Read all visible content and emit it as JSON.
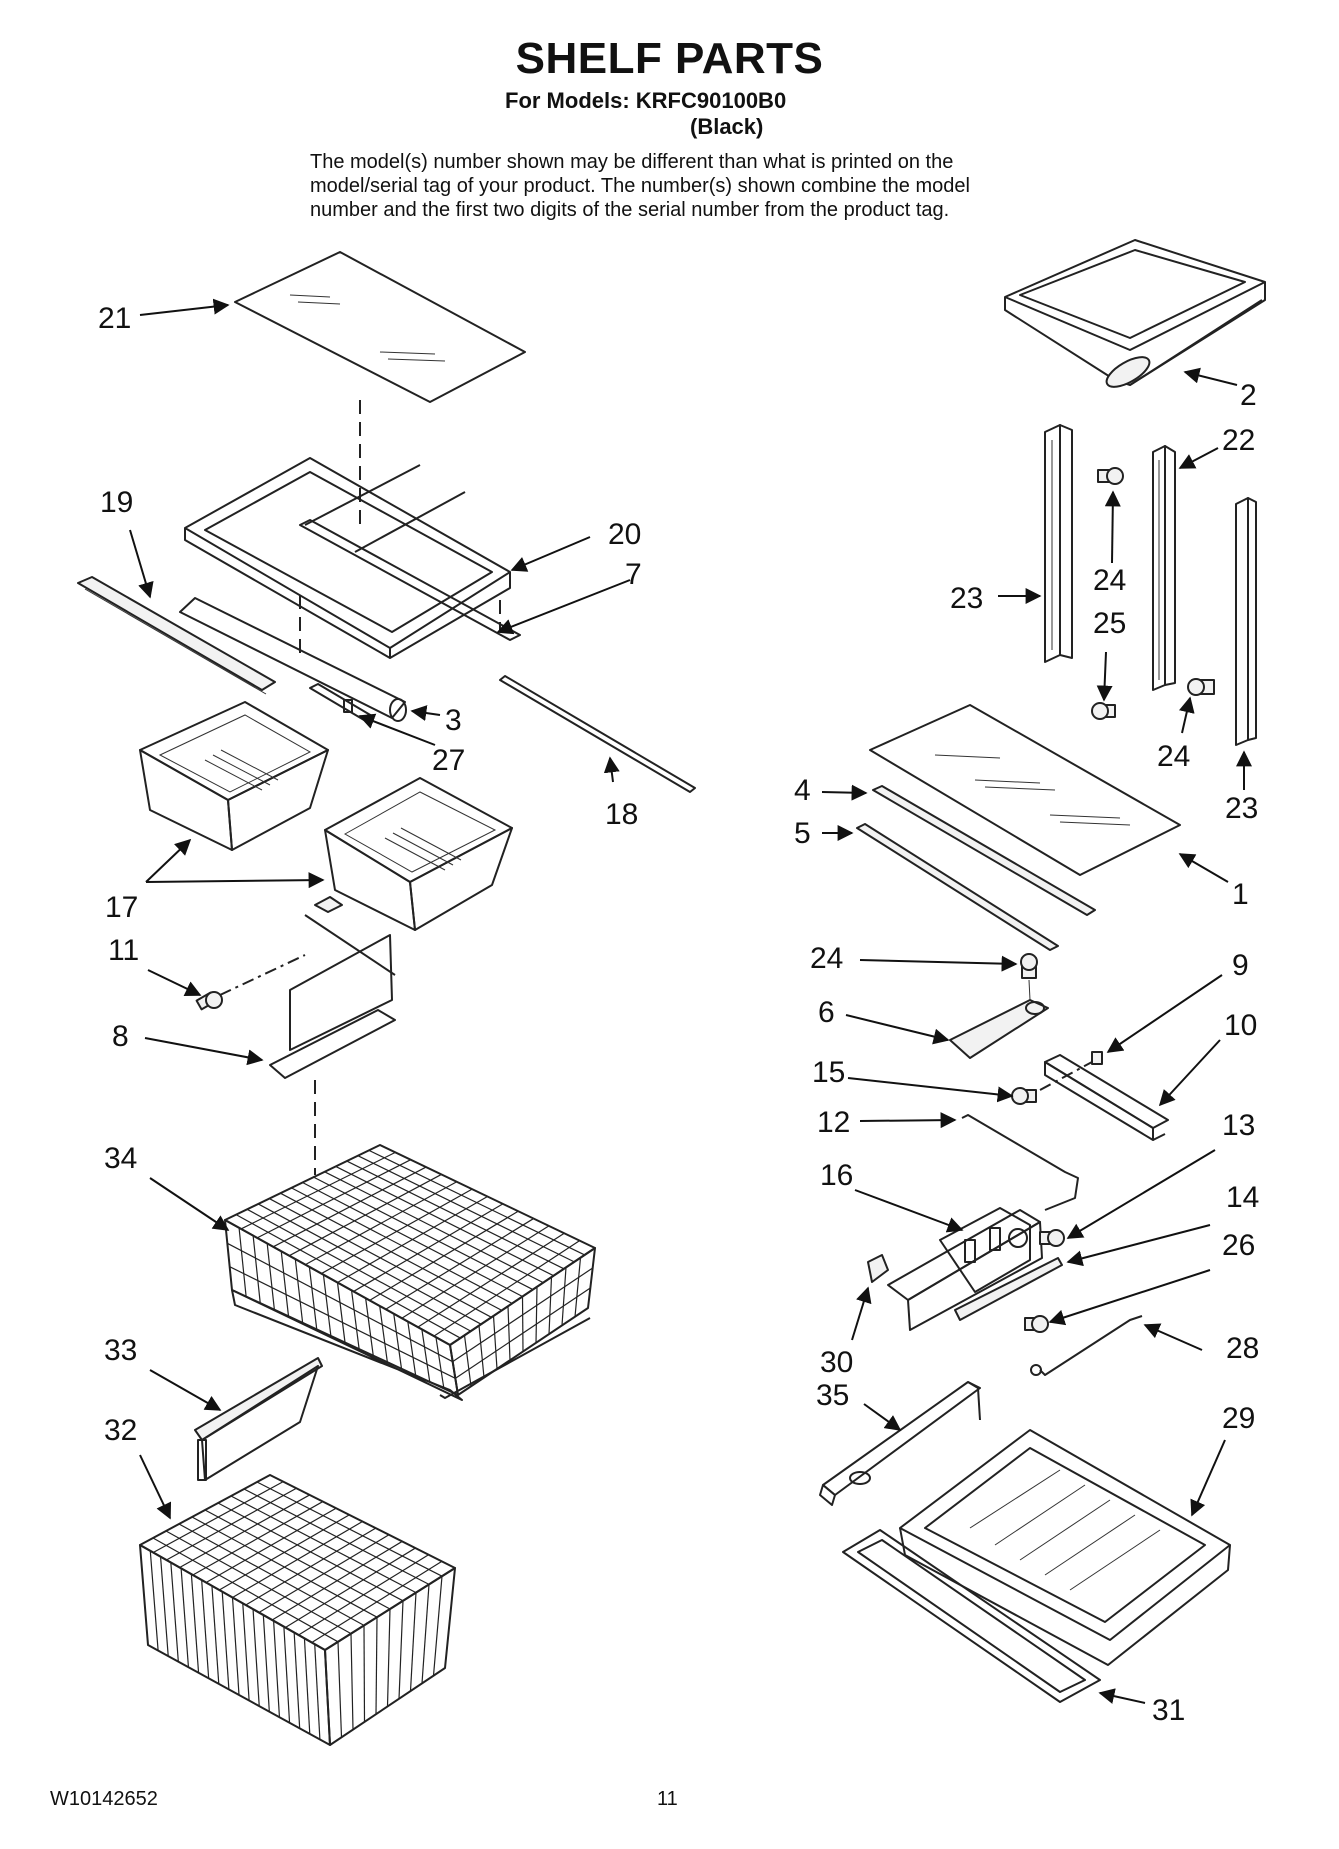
{
  "header": {
    "title": "SHELF PARTS",
    "models_line": "For Models: KRFC90100B0",
    "variant": "(Black)",
    "note_lines": [
      "The model(s) number shown may be different than what is printed on the",
      "model/serial tag of your product. The number(s) shown combine the model",
      "number and the first two digits of the serial number from the product tag."
    ]
  },
  "footer": {
    "doc_number": "W10142652",
    "page_number": "11"
  },
  "callouts": [
    "21",
    "19",
    "20",
    "7",
    "3",
    "27",
    "18",
    "17",
    "11",
    "8",
    "34",
    "33",
    "32",
    "2",
    "22",
    "24",
    "23",
    "25",
    "24",
    "23",
    "4",
    "5",
    "1",
    "24",
    "9",
    "6",
    "10",
    "15",
    "12",
    "13",
    "16",
    "14",
    "26",
    "28",
    "30",
    "35",
    "29",
    "31"
  ]
}
